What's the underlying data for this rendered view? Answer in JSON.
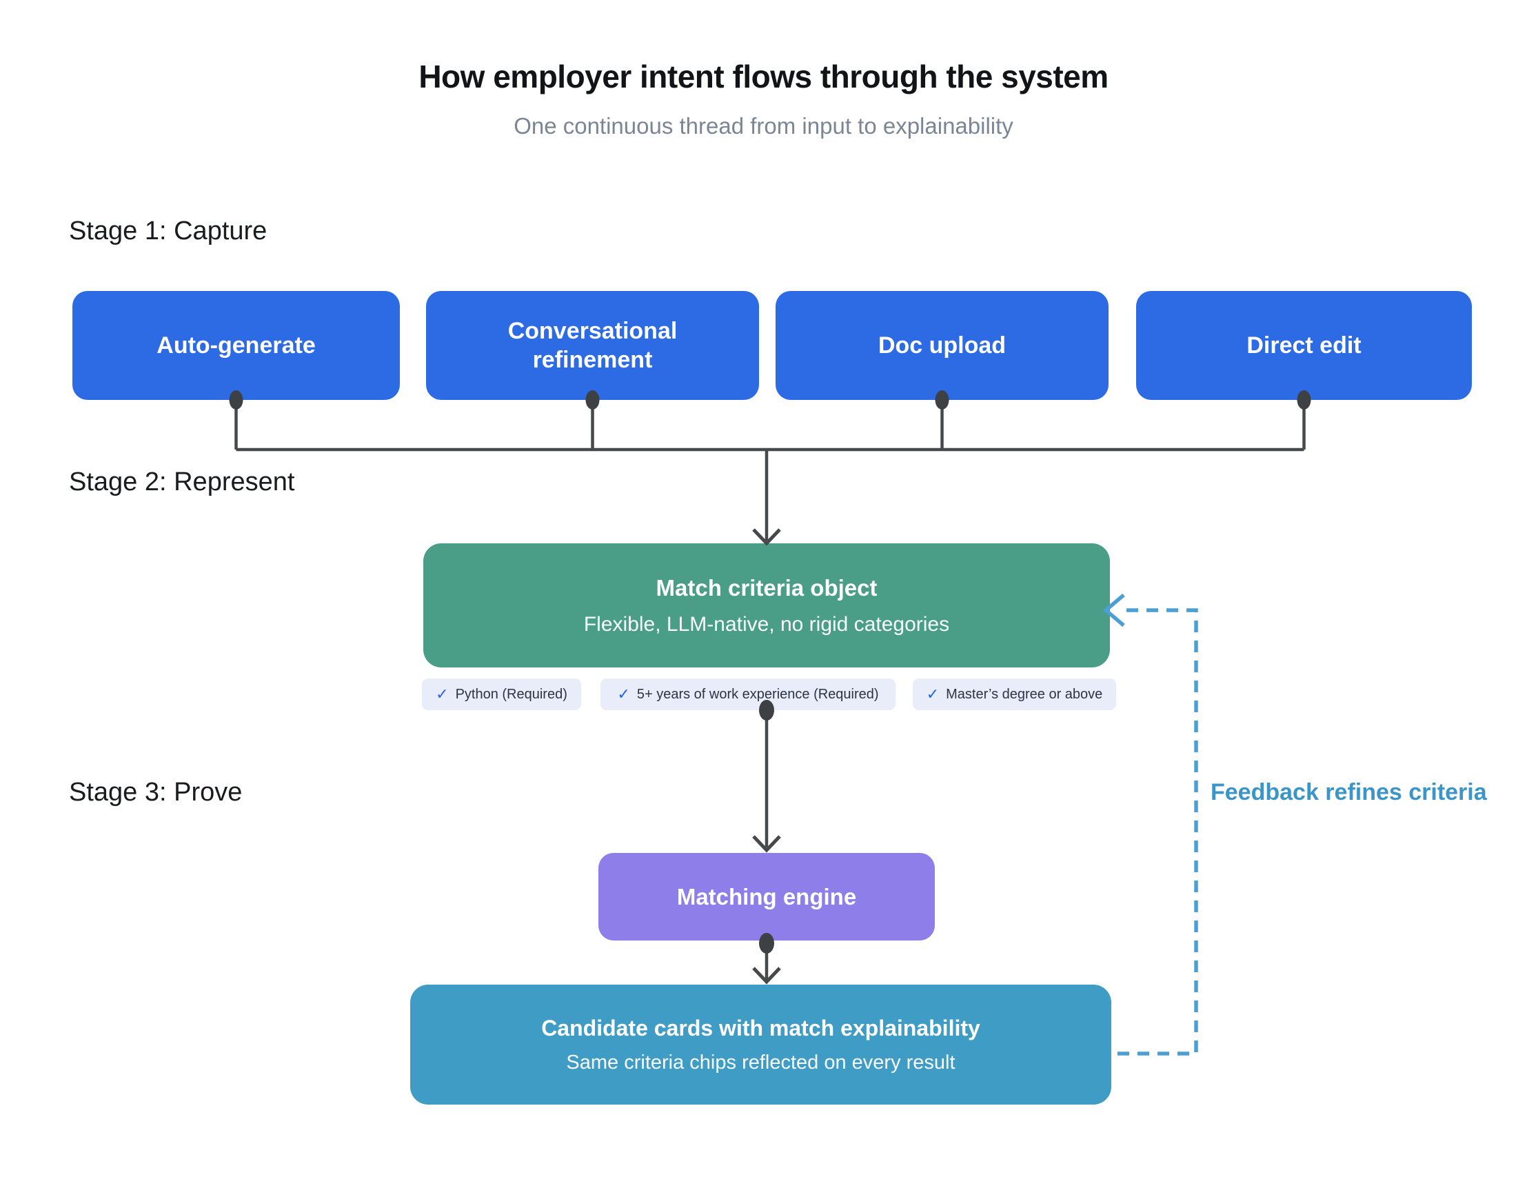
{
  "header": {
    "title": "How employer intent flows through the system",
    "subtitle": "One continuous thread from input to explainability"
  },
  "stages": {
    "stage1_label": "Stage 1: Capture",
    "stage2_label": "Stage 2: Represent",
    "stage3_label": "Stage 3: Prove"
  },
  "capture_boxes": [
    {
      "label": "Auto-generate"
    },
    {
      "label": "Conversational refinement"
    },
    {
      "label": "Doc upload"
    },
    {
      "label": "Direct edit"
    }
  ],
  "match_criteria": {
    "title": "Match criteria object",
    "subtitle": "Flexible, LLM-native, no rigid categories"
  },
  "criteria_chips": {
    "check_glyph": "✓",
    "items": [
      {
        "label": "Python (Required)"
      },
      {
        "label": "5+ years of work experience (Required)"
      },
      {
        "label": "Master’s degree or above"
      }
    ]
  },
  "matching_engine": {
    "title": "Matching engine"
  },
  "candidate_cards": {
    "title": "Candidate cards with match explainability",
    "subtitle": "Same criteria chips reflected on every result"
  },
  "feedback": {
    "label": "Feedback refines criteria"
  },
  "colors": {
    "capture_box": "#2d6be4",
    "criteria_box": "#4a9e88",
    "engine_box": "#8d7ee9",
    "results_box": "#3f9cc5",
    "feedback_accent": "#3c95c8",
    "connector": "#46494c",
    "chip_background": "#e9edf9",
    "chip_check": "#2563eb"
  }
}
